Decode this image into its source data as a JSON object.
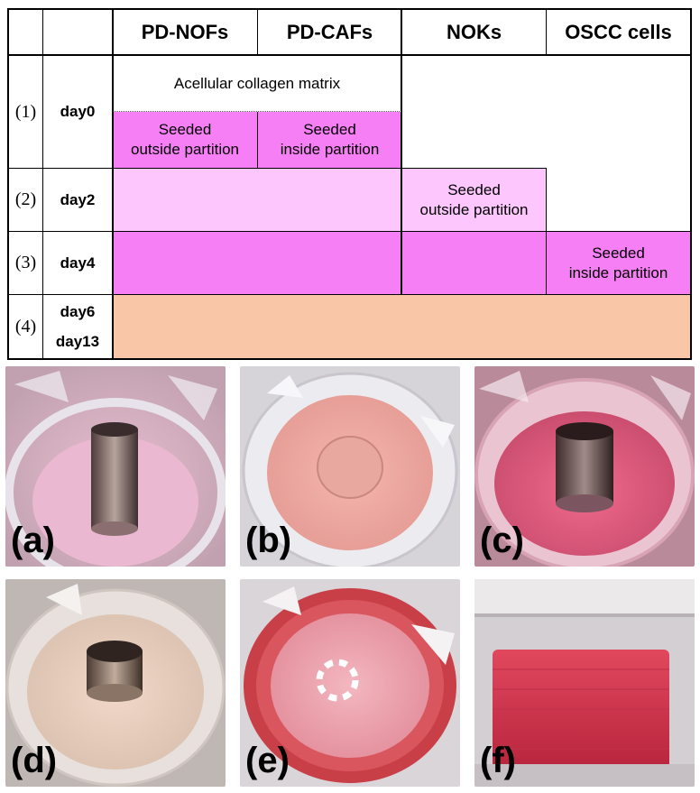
{
  "table": {
    "columns": [
      "PD-NOFs",
      "PD-CAFs",
      "NOKs",
      "OSCC cells"
    ],
    "rows": [
      {
        "step": "(1)",
        "days": [
          "day0"
        ]
      },
      {
        "step": "(2)",
        "days": [
          "day2"
        ]
      },
      {
        "step": "(3)",
        "days": [
          "day4"
        ]
      },
      {
        "step": "(4)",
        "days": [
          "day6",
          "day13"
        ]
      }
    ],
    "cells": {
      "acellular_matrix": "Acellular collagen matrix",
      "nofs_day0": "Seeded\noutside partition",
      "cafs_day0": "Seeded\ninside partition",
      "noks_day2": "Seeded\noutside partition",
      "oscc_day4": "Seeded\ninside partition"
    },
    "colors": {
      "magenta": "#f77ff5",
      "light_pink": "#fdc6fd",
      "peach": "#f9c7a7"
    }
  },
  "panels": [
    "(a)",
    "(b)",
    "(c)",
    "(d)",
    "(e)",
    "(f)"
  ]
}
